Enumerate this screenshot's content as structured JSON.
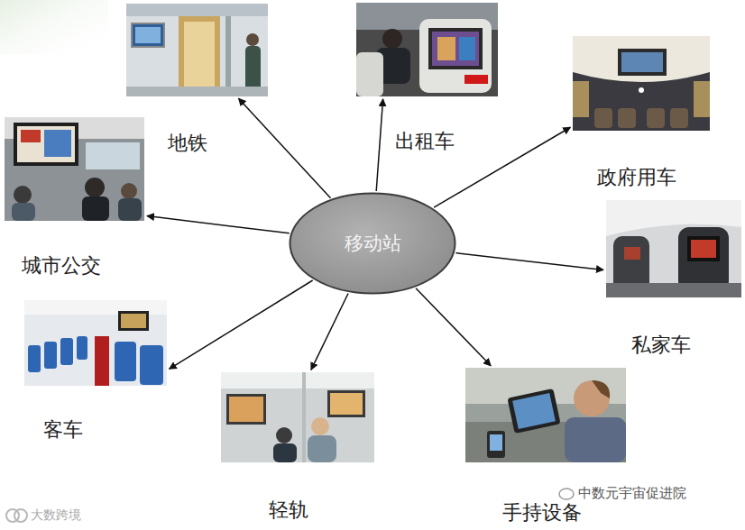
{
  "diagram": {
    "nodes": [
      {
        "text": [
          "移动站"
        ]
      },
      {
        "text": [
          "地铁"
        ]
      },
      {
        "text": [
          "出租车"
        ]
      },
      {
        "text": [
          "政府用车"
        ]
      },
      {
        "text": [
          "私家车"
        ]
      },
      {
        "text": [
          "手持设备"
        ]
      },
      {
        "text": [
          "轻轨"
        ]
      },
      {
        "text": [
          "客车"
        ]
      },
      {
        "text": [
          "城市公交"
        ]
      }
    ],
    "edges": [
      {
        "from": 0,
        "to": 1,
        "arrow": "to"
      },
      {
        "from": 0,
        "to": 2,
        "arrow": "to"
      },
      {
        "from": 0,
        "to": 3,
        "arrow": "to"
      },
      {
        "from": 0,
        "to": 4,
        "arrow": "to"
      },
      {
        "from": 0,
        "to": 5,
        "arrow": "to"
      },
      {
        "from": 0,
        "to": 6,
        "arrow": "to"
      },
      {
        "from": 0,
        "to": 7,
        "arrow": "to"
      },
      {
        "from": 0,
        "to": 8,
        "arrow": "to"
      }
    ],
    "labels": [
      "大数跨境",
      "中数元宇宙促进院"
    ]
  }
}
